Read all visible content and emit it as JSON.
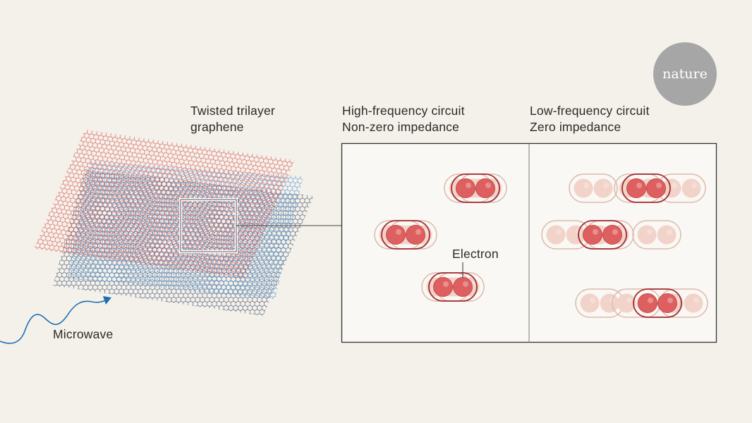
{
  "logo": "nature",
  "labels": {
    "graphene_line1": "Twisted trilayer",
    "graphene_line2": "graphene",
    "microwave": "Microwave",
    "high_line1": "High-frequency circuit",
    "high_line2": "Non-zero impedance",
    "low_line1": "Low-frequency circuit",
    "low_line2": "Zero impedance",
    "electron": "Electron"
  },
  "colors": {
    "background": "#f4f1ea",
    "panel": "#faf8f4",
    "layer_top": "#d9534f",
    "layer_middle": "#5b9bd5",
    "layer_bottom": "#4a5a78",
    "electron": "#de5f5f",
    "electron_outline": "#a32a2f",
    "electron_faded": "#f1d3c9",
    "microwave": "#1f6fb2"
  }
}
